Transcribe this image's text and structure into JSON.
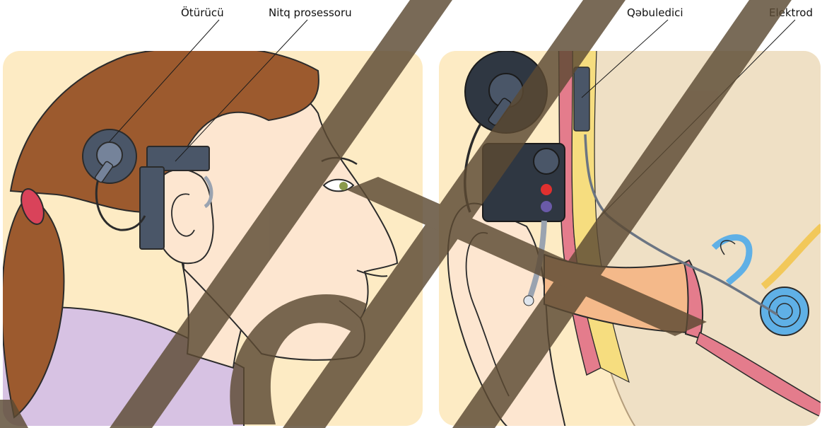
{
  "labels": {
    "transmitter": "Ötürücü",
    "speech_processor": "Nitq prosessoru",
    "receiver": "Qəbuledici",
    "electrode": "Elektrod"
  },
  "colors": {
    "panel_bg": "#fdebc4",
    "hair": "#9c5a2e",
    "skin": "#fde6d0",
    "shirt": "#d7c2e3",
    "device": "#4a5668",
    "cochlea": "#5fb0e6",
    "watermark": "#5c4a33"
  }
}
